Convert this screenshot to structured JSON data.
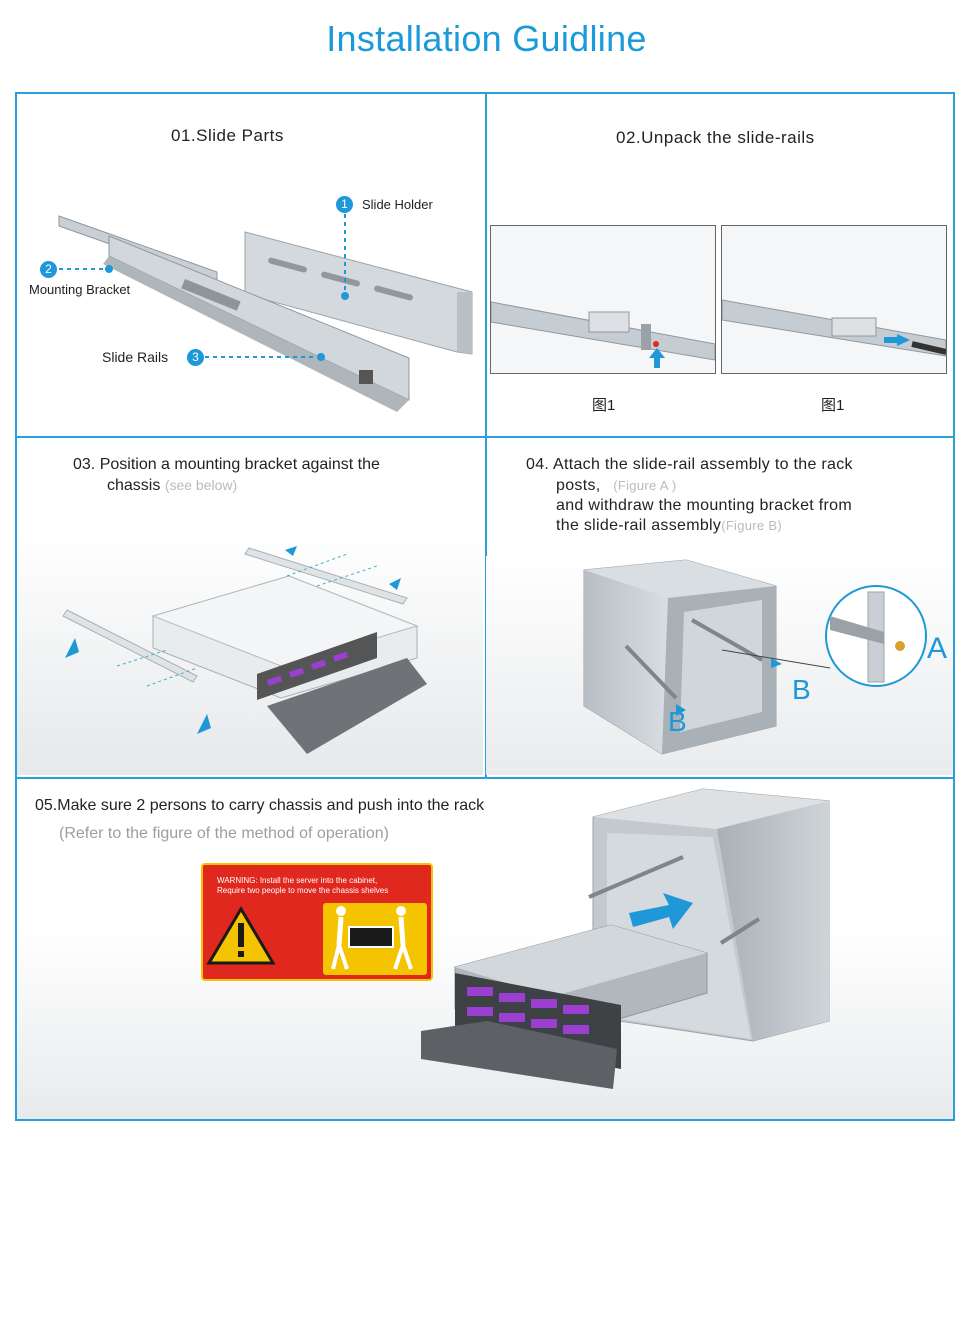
{
  "page": {
    "title": "Installation Guidline"
  },
  "step1": {
    "title": "01.Slide Parts",
    "labels": {
      "holder": {
        "num": "1",
        "text": "Slide Holder"
      },
      "bracket": {
        "num": "2",
        "text": "Mounting Bracket"
      },
      "rails": {
        "num": "3",
        "text": "Slide Rails"
      }
    }
  },
  "step2": {
    "title": "02.Unpack the slide-rails",
    "captions": [
      "图1",
      "图1"
    ]
  },
  "step3": {
    "title_line1": "03. Position a mounting bracket against the",
    "title_line2": "chassis",
    "note": "(see below)"
  },
  "step4": {
    "line1": "04. Attach the slide-rail assembly to the rack",
    "line2": "posts,",
    "fig_a": "(Figure A )",
    "line3": "and withdraw the mounting bracket from",
    "line4": "the slide-rail assembly",
    "fig_b": "(Figure B)",
    "marker_a": "A",
    "marker_b": "B"
  },
  "step5": {
    "title": "05.Make sure 2 persons to carry chassis and push into the rack",
    "subtitle": "(Refer to the figure of the method of operation)",
    "warning_line1": "WARNING: Install the server into the cabinet,",
    "warning_line2": "Require two people to move the chassis shelves"
  },
  "colors": {
    "accent": "#1a9ad9",
    "border": "#2a9fd9",
    "warning_red": "#e0281e",
    "warning_yellow": "#f5c400",
    "drive_purple": "#9b3fd1"
  }
}
